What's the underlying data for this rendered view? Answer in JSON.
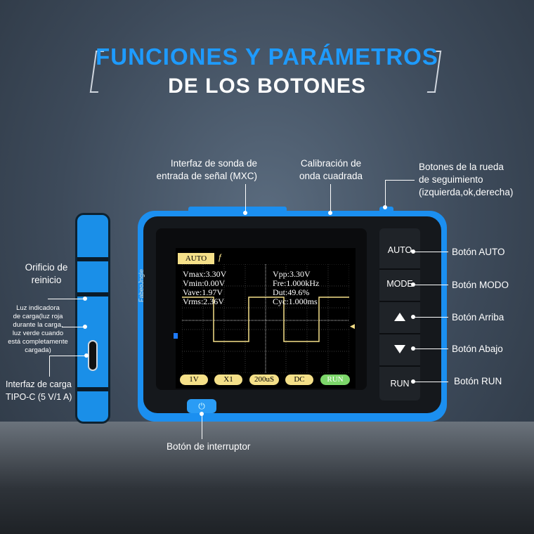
{
  "title": {
    "line1": "FUNCIONES Y PARÁMETROS",
    "line2": "DE LOS BOTONES"
  },
  "callouts": {
    "probe": "Interfaz de sonda de\nentrada de señal (MXC)",
    "calibration": "Calibración de\nonda cuadrada",
    "wheel": "Botones de la rueda\nde seguimiento\n(izquierda,ok,derecha)",
    "reset": "Orificio de\nreinicio",
    "charge_led": "Luz indicadora\nde carga(luz roja\ndurante la carga,\nluz verde cuando\nestá completamente\ncargada)",
    "charge_port": "Interfaz de carga\nTIPO-C (5 V/1 A)",
    "btn_auto": "Botón AUTO",
    "btn_mode": "Botón MODO",
    "btn_up": "Botón Arriba",
    "btn_down": "Botón Abajo",
    "btn_run": "Botón RUN",
    "power": "Botón de interruptor"
  },
  "device": {
    "brand": "FabeoJngle",
    "buttons": {
      "auto": "AUTO",
      "mode": "MODE",
      "run": "RUN"
    },
    "power_icon": "power-icon"
  },
  "screen": {
    "mode_tag": "AUTO",
    "left_readings": [
      "Vmax:3.30V",
      "Vmin:0.00V",
      "Vave:1.97V",
      "Vrms:2.36V"
    ],
    "right_readings": [
      "Vpp:3.30V",
      "Fre:1.000kHz",
      "Dut:49.6%",
      "Cyc:1.000ms"
    ],
    "chips": [
      "1V",
      "X1",
      "200uS",
      "DC",
      "RUN"
    ]
  },
  "colors": {
    "accent_blue": "#1e9bff",
    "device_blue": "#1b8ff0",
    "trace_yellow": "#f5e089",
    "run_green": "#7cd66a"
  }
}
